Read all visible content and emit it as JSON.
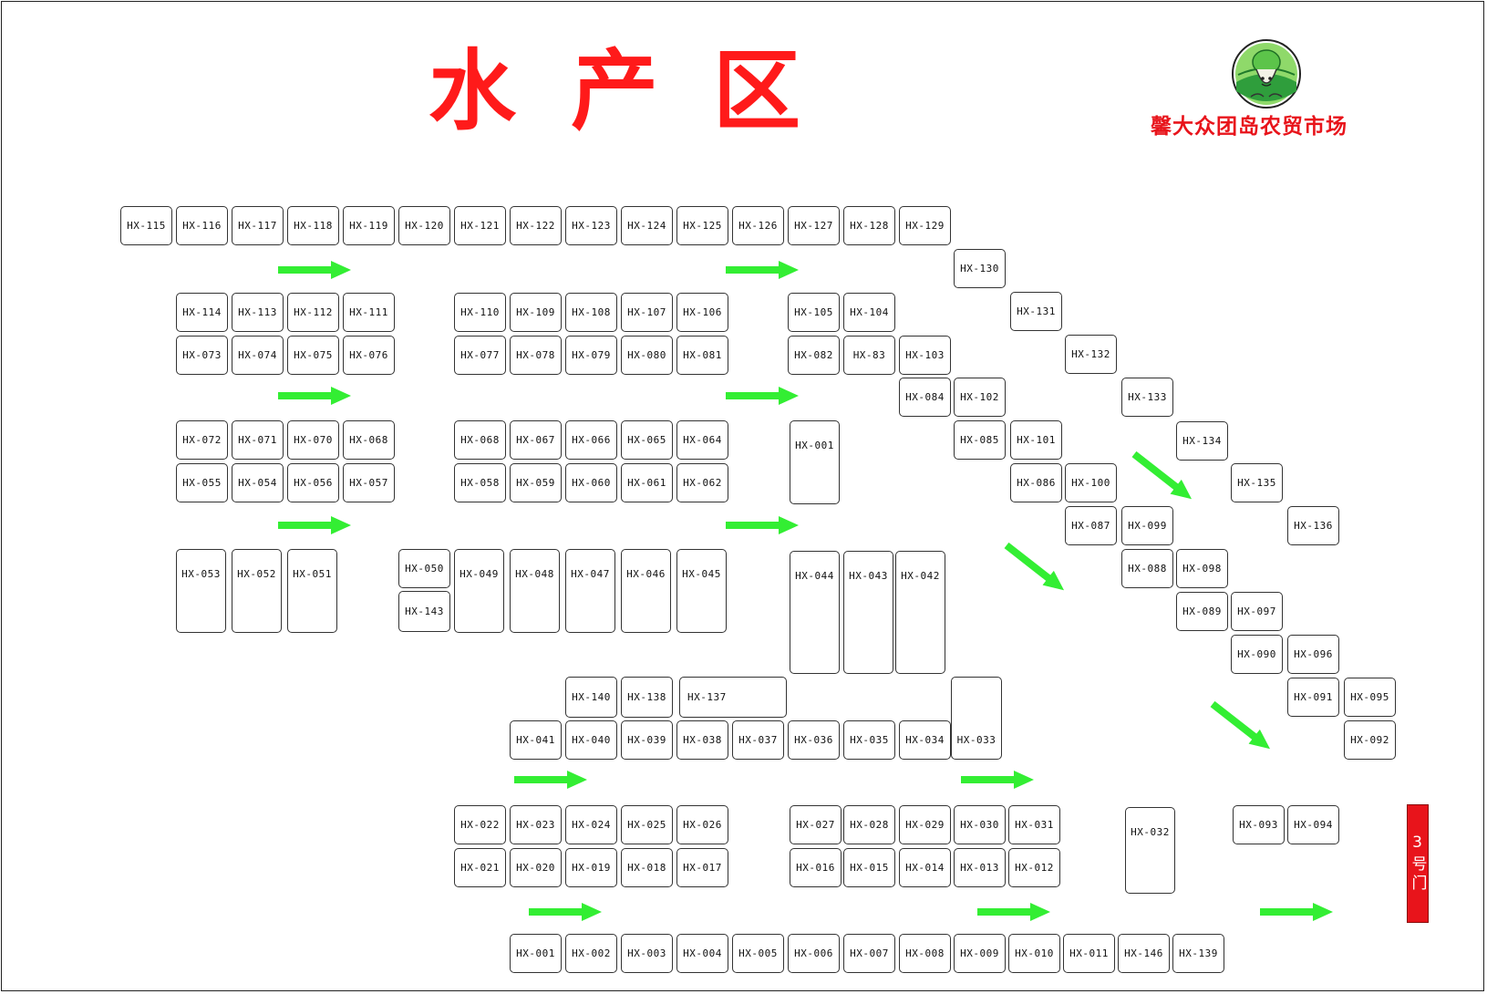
{
  "title": "水产区",
  "market_name": "馨大众团岛农贸市场",
  "logo_icon": "cabbage-logo-icon",
  "gate_label": "3号门",
  "accent_red": "#e8141b",
  "arrow_green": "#33ee33",
  "arrow_icon": "right-arrow-icon",
  "stalls": [
    "HX-115",
    "HX-116",
    "HX-117",
    "HX-118",
    "HX-119",
    "HX-120",
    "HX-121",
    "HX-122",
    "HX-123",
    "HX-124",
    "HX-125",
    "HX-126",
    "HX-127",
    "HX-128",
    "HX-129",
    "HX-130",
    "HX-131",
    "HX-132",
    "HX-133",
    "HX-134",
    "HX-135",
    "HX-136",
    "HX-114",
    "HX-113",
    "HX-112",
    "HX-111",
    "HX-110",
    "HX-109",
    "HX-108",
    "HX-107",
    "HX-106",
    "HX-105",
    "HX-104",
    "HX-073",
    "HX-074",
    "HX-075",
    "HX-076",
    "HX-077",
    "HX-078",
    "HX-079",
    "HX-080",
    "HX-081",
    "HX-082",
    "HX-83",
    "HX-103",
    "HX-084",
    "HX-102",
    "HX-085",
    "HX-101",
    "HX-086",
    "HX-100",
    "HX-087",
    "HX-099",
    "HX-072",
    "HX-071",
    "HX-070",
    "HX-068",
    "HX-068",
    "HX-067",
    "HX-066",
    "HX-065",
    "HX-064",
    "HX-001",
    "HX-055",
    "HX-054",
    "HX-056",
    "HX-057",
    "HX-058",
    "HX-059",
    "HX-060",
    "HX-061",
    "HX-062",
    "HX-053",
    "HX-052",
    "HX-051",
    "HX-050",
    "HX-143",
    "HX-049",
    "HX-048",
    "HX-047",
    "HX-046",
    "HX-045",
    "HX-044",
    "HX-043",
    "HX-042",
    "HX-088",
    "HX-098",
    "HX-089",
    "HX-097",
    "HX-090",
    "HX-096",
    "HX-091",
    "HX-095",
    "HX-092",
    "HX-140",
    "HX-138",
    "HX-137",
    "HX-041",
    "HX-040",
    "HX-039",
    "HX-038",
    "HX-037",
    "HX-036",
    "HX-035",
    "HX-034",
    "HX-033",
    "HX-022",
    "HX-023",
    "HX-024",
    "HX-025",
    "HX-026",
    "HX-027",
    "HX-028",
    "HX-029",
    "HX-030",
    "HX-031",
    "HX-032",
    "HX-093",
    "HX-094",
    "HX-021",
    "HX-020",
    "HX-019",
    "HX-018",
    "HX-017",
    "HX-016",
    "HX-015",
    "HX-014",
    "HX-013",
    "HX-012",
    "HX-001",
    "HX-002",
    "HX-003",
    "HX-004",
    "HX-005",
    "HX-006",
    "HX-007",
    "HX-008",
    "HX-009",
    "HX-010",
    "HX-011",
    "HX-146",
    "HX-139"
  ]
}
